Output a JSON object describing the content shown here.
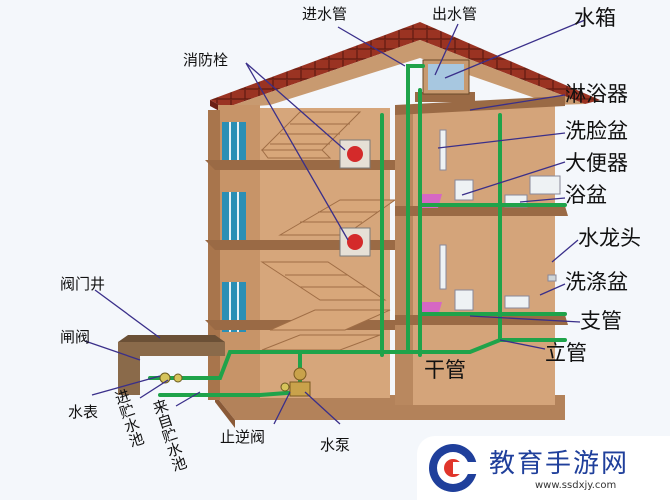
{
  "labels": {
    "inlet_pipe": "进水管",
    "outlet_pipe": "出水管",
    "water_tank": "水箱",
    "fire_hydrant": "消防栓",
    "shower": "淋浴器",
    "washbasin": "洗脸盆",
    "toilet": "大便器",
    "bathtub": "浴盆",
    "faucet": "水龙头",
    "sink": "洗涤盆",
    "branch_pipe": "支管",
    "valve_well": "阀门井",
    "gate_valve": "闸阀",
    "riser_pipe": "立管",
    "main_pipe": "干管",
    "water_meter": "水表",
    "to_storage_pool": "进贮水池",
    "from_storage_pool": "来自贮水池",
    "check_valve": "止逆阀",
    "water_pump": "水泵"
  },
  "watermark": {
    "name": "教育手游网",
    "url": "www.ssdxjy.com"
  },
  "colors": {
    "wall": "#c79468",
    "wall_dark": "#9a6a45",
    "roof": "#8e2a1c",
    "pipe": "#1fa34a",
    "window": "#2a8fb5",
    "pointer": "#3a2f8a",
    "hydrant": "#d42a2a",
    "fixture_pink": "#d667c4"
  }
}
